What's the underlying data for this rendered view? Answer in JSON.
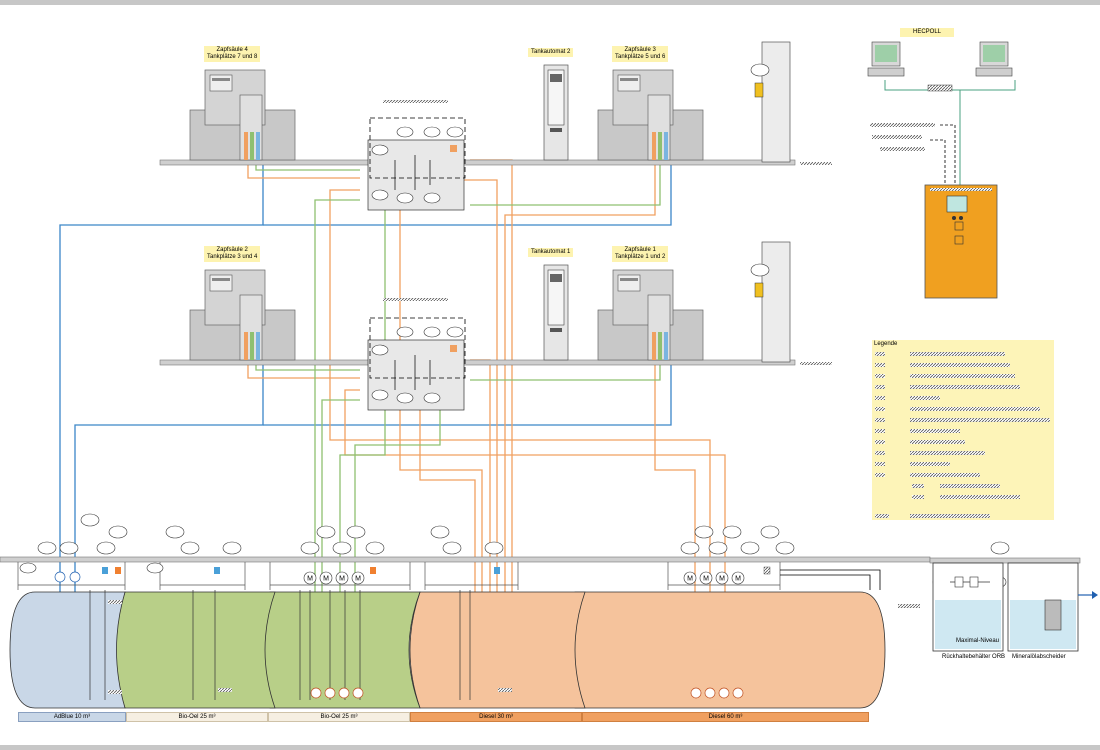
{
  "colors": {
    "frame": "#c7c7c7",
    "adblue": "#c9d7e7",
    "biooel": "#b8cf88",
    "diesel": "#f5c39c",
    "orange_line": "#f0a060",
    "green_line": "#8fc070",
    "blue_line": "#3b86c8",
    "cabinet": "#f0a020",
    "label_bg": "#fdf3b0"
  },
  "dispensers": [
    {
      "id": "zs4",
      "title": "Zapfsäule 4",
      "subtitle": "Tankplätze 7 und 8"
    },
    {
      "id": "zs3",
      "title": "Zapfsäule 3",
      "subtitle": "Tankplätze 5 und 6"
    },
    {
      "id": "zs2",
      "title": "Zapfsäule 2",
      "subtitle": "Tankplätze 3 und 4"
    },
    {
      "id": "zs1",
      "title": "Zapfsäule 1",
      "subtitle": "Tankplätze 1 und 2"
    }
  ],
  "automats": [
    {
      "id": "ta2",
      "title": "Tankautomat 2"
    },
    {
      "id": "ta1",
      "title": "Tankautomat 1"
    }
  ],
  "network": {
    "title": "HECPOLL"
  },
  "legend": {
    "title": "Legende"
  },
  "tanks": [
    {
      "label": "AdBlue 10 m³",
      "color": "#c9d7e7"
    },
    {
      "label": "Bio-Oel 25 m³",
      "color": "#b8cf88"
    },
    {
      "label": "Bio-Oel 25 m³",
      "color": "#b8cf88"
    },
    {
      "label": "Diesel 30 m³",
      "color": "#f5c39c"
    },
    {
      "label": "Diesel 60 m³",
      "color": "#f5c39c"
    }
  ],
  "separator": {
    "level_label": "Maximal-Niveau",
    "tank1": "Rückhaltebehälter ORB",
    "tank2": "Mineralölabscheider"
  },
  "pump_symbol": "M"
}
